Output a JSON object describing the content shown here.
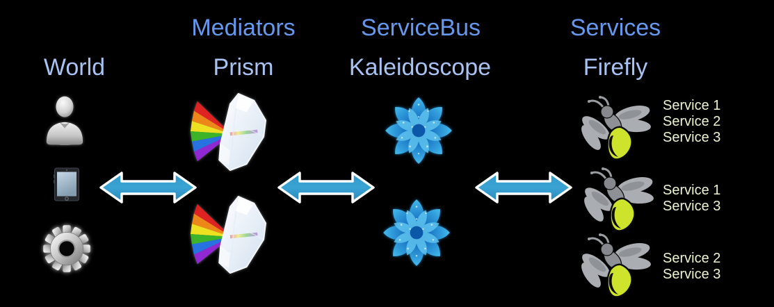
{
  "headers": {
    "world": "World",
    "mediators": "Mediators",
    "mediators_sub": "Prism",
    "servicebus": "ServiceBus",
    "servicebus_sub": "Kaleidoscope",
    "services": "Services",
    "services_sub": "Firefly"
  },
  "world_icons": [
    "person-icon",
    "tablet-icon",
    "gear-icon"
  ],
  "mediator_icons": [
    "prism-icon",
    "prism-icon"
  ],
  "servicebus_icons": [
    "kaleidoscope-icon",
    "kaleidoscope-icon"
  ],
  "firefly_groups": [
    {
      "services": [
        "Service 1",
        "Service 2",
        "Service 3"
      ]
    },
    {
      "services": [
        "Service 1",
        "Service 3"
      ]
    },
    {
      "services": [
        "Service 2",
        "Service 3"
      ]
    }
  ],
  "connectors": [
    "double-arrow",
    "double-arrow",
    "double-arrow"
  ],
  "colors": {
    "background": "#000000",
    "heading_primary_blue": "#6699ee",
    "heading_secondary_blue": "#a9c2f2",
    "service_label_text": "#ecf4cf",
    "arrow_fill": "#2f93c7",
    "arrow_outline": "#ffffff",
    "kaleidoscope_blue": "#2a8fd0",
    "firefly_lime": "#cde32c",
    "firefly_gray": "#aaadb1",
    "metal_silver": "#c0c0c0"
  }
}
